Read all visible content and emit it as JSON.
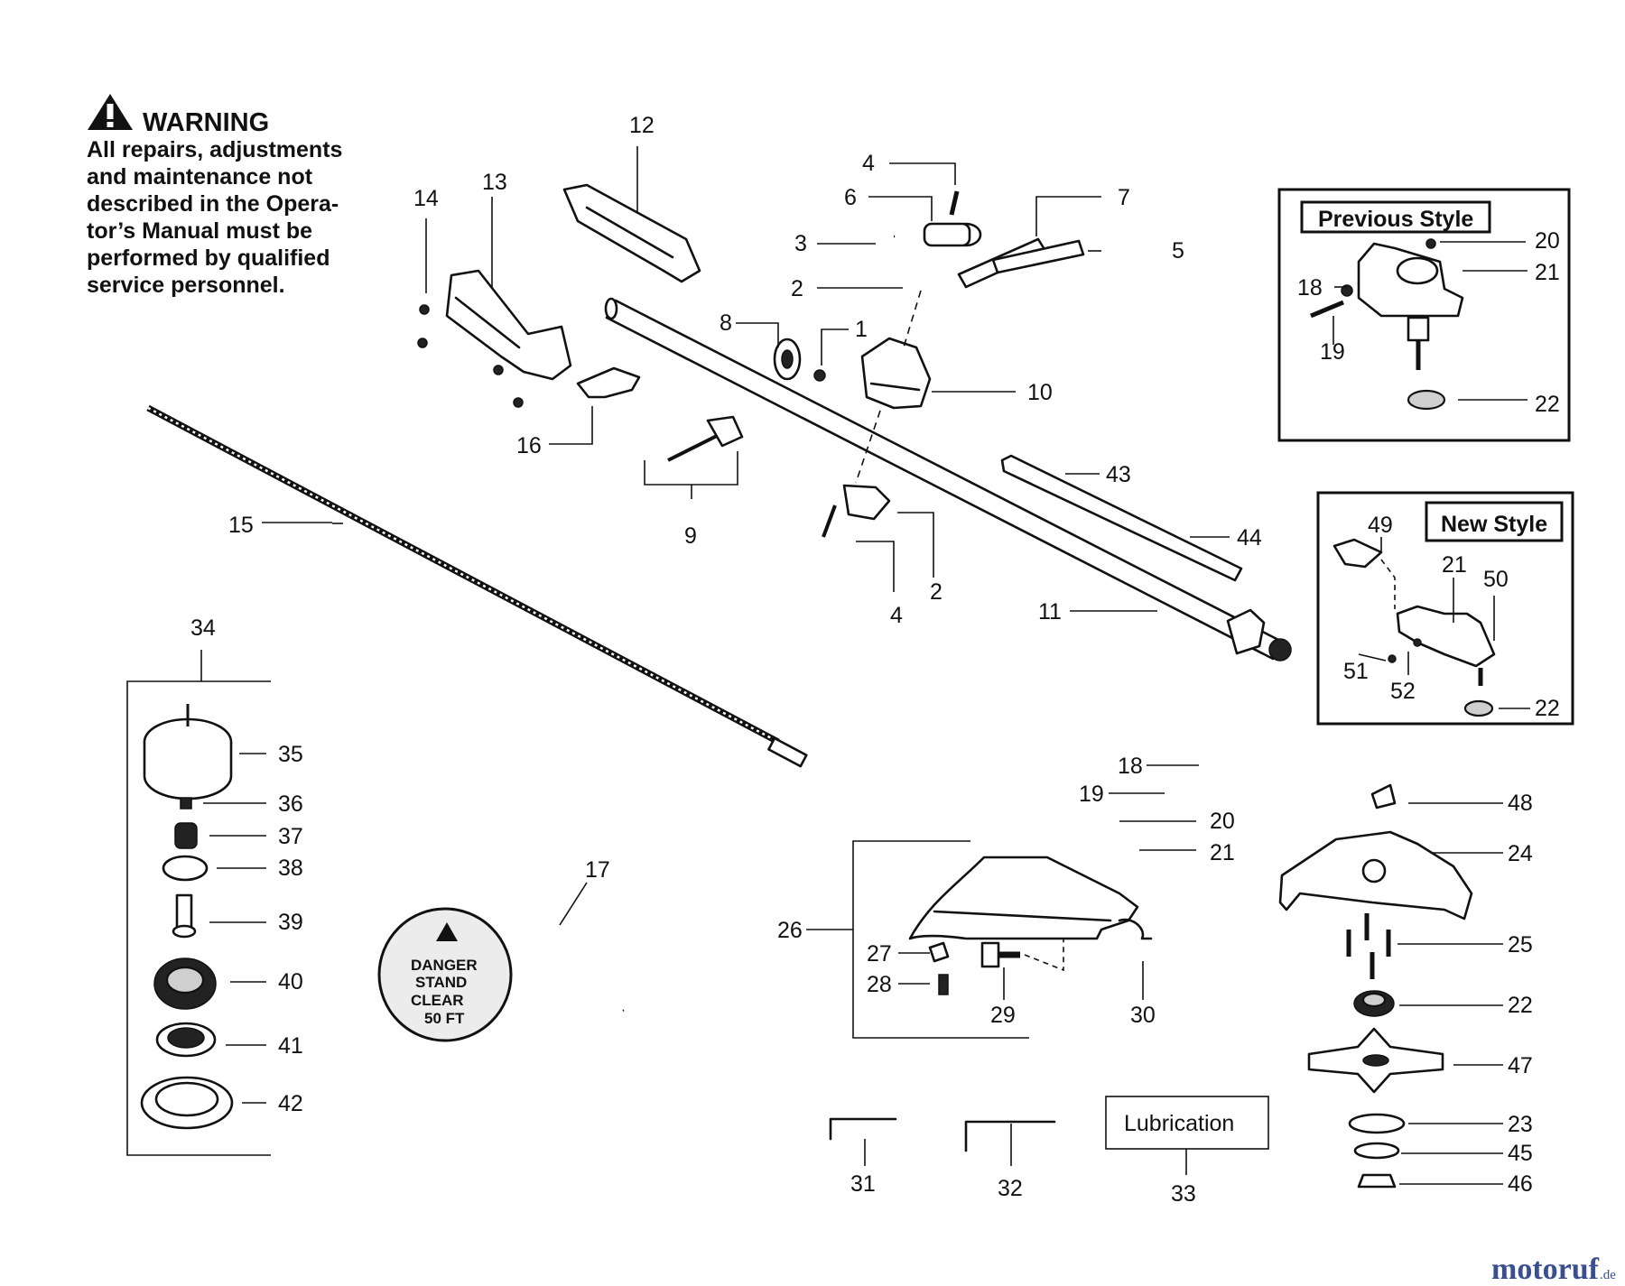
{
  "warning": {
    "title": "WARNING",
    "lines": [
      "All repairs, adjustments",
      "and maintenance not",
      "described in the Opera-",
      "tor’s Manual must be",
      "performed by qualified",
      "service personnel."
    ]
  },
  "boxes": {
    "previous_style": "Previous Style",
    "new_style": "New Style",
    "lubrication": "Lubrication"
  },
  "danger_sign": [
    "DANGER",
    "STAND",
    "CLEAR",
    "50 FT"
  ],
  "watermark": {
    "brand": "motoruf",
    "tld": ".de"
  },
  "callouts": [
    "12",
    "13",
    "14",
    "16",
    "15",
    "9",
    "8",
    "1",
    "4",
    "6",
    "3",
    "2",
    "7",
    "5",
    "10",
    "43",
    "44",
    "11",
    "2",
    "4",
    "20",
    "21",
    "18",
    "19",
    "22",
    "49",
    "21",
    "50",
    "51",
    "52",
    "22",
    "34",
    "35",
    "36",
    "37",
    "38",
    "39",
    "40",
    "41",
    "42",
    "17",
    "18",
    "19",
    "20",
    "21",
    "26",
    "27",
    "28",
    "29",
    "30",
    "48",
    "24",
    "25",
    "22",
    "47",
    "23",
    "45",
    "46",
    "31",
    "32",
    "33"
  ],
  "colors": {
    "ink": "#111111",
    "watermark_blue": "#3a4f8f",
    "watermark_red": "#c0392b"
  }
}
